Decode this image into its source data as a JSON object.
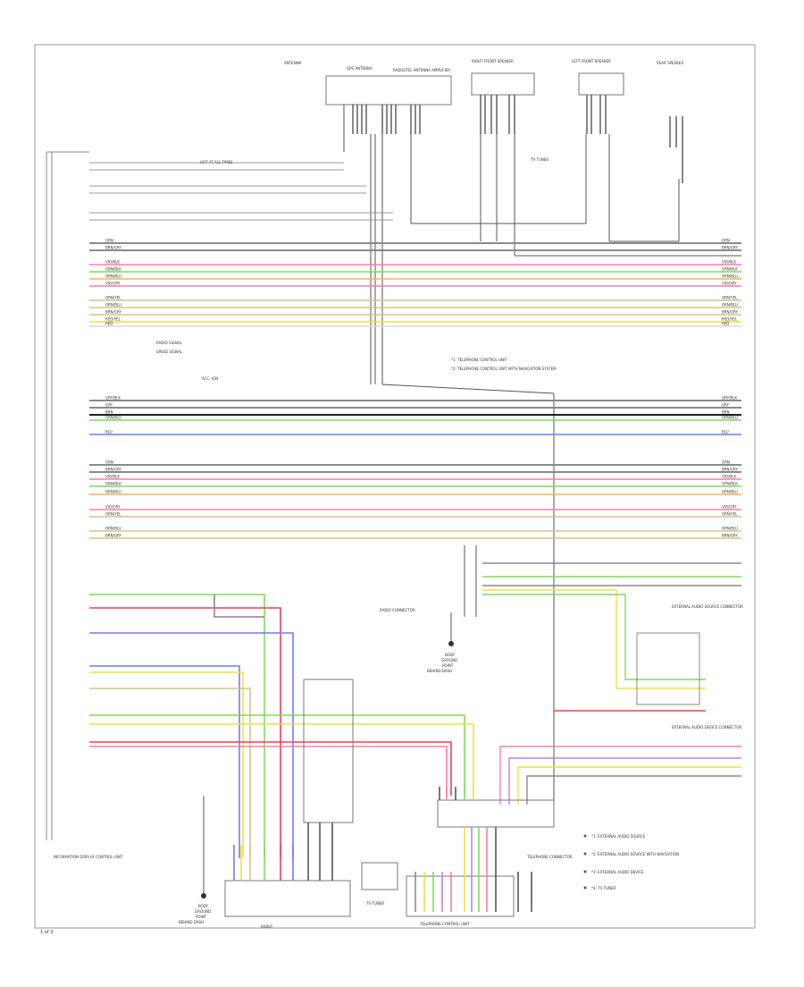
{
  "footer": {
    "page_code": "1 of 3"
  },
  "colors": {
    "red": "#ff3b4e",
    "pink": "#ff7fa0",
    "green": "#7fdc5a",
    "yellow": "#f2e03a",
    "orange": "#ffb347",
    "blue": "#6f7cff",
    "violet": "#c07cff",
    "grey": "#8a8a8a",
    "black": "#222222",
    "tan": "#d8c48a",
    "white": "#d9d9d9",
    "brown": "#a0703a"
  },
  "components": {
    "antenna": "ANTENNA",
    "gps_antenna": "GPS ANTENNA",
    "multi_antenna": "RADIO/TEL ANTENNA AMPLIFIER",
    "right_front_speaker": "RIGHT FRONT SPEAKER",
    "left_front_speaker": "LEFT FRONT SPEAKER",
    "rear_speaker": "REAR SPEAKER",
    "tv_tuner_label": "TV TUNER",
    "connector_ref": "RADIO CONNECTOR",
    "hot_note": "HOT AT ALL TIMES",
    "fuse_note": "ACC, IGN",
    "notes_top": [
      "*1: TELEPHONE CONTROL UNIT",
      "*2: TELEPHONE CONTROL UNIT WITH NAVIGATION SYSTEM"
    ],
    "ground_center": [
      "BODY",
      "GROUND",
      "POINT",
      "BEHIND DASH"
    ],
    "ground_left": [
      "BODY",
      "GROUND",
      "POINT",
      "BEHIND DASH"
    ],
    "bottom_labels": [
      "RADIO",
      "TV TUNER",
      "TELEPHONE CONTROL UNIT",
      "TELEPHONE CONNECTOR"
    ],
    "left_bottom_label": "INFORMATION DISPLAY CONTROL UNIT",
    "right_module": "EXTERNAL AUDIO SOURCE CONNECTOR",
    "right_module2": "EXTERNAL AUDIO DEVICE CONNECTOR",
    "legend_notes": [
      "*1: EXTERNAL AUDIO SOURCE",
      "*2: EXTERNAL AUDIO SOURCE WITH NAVIGATION",
      "*3: EXTERNAL AUDIO DEVICE",
      "*4: TV TUNER"
    ],
    "left_notes": [
      "RADIO SIGNAL",
      "SPEED SIGNAL"
    ]
  },
  "wires": [
    {
      "label": "GRN",
      "color": "grey"
    },
    {
      "label": "BRN/GRY",
      "color": "grey"
    },
    {
      "label": "VIO/BLK",
      "color": "pink"
    },
    {
      "label": "GRN/BLK",
      "color": "green"
    },
    {
      "label": "ORN/BLU",
      "color": "orange"
    },
    {
      "label": "VIO/GRY",
      "color": "pink"
    },
    {
      "label": "ORN/YEL",
      "color": "tan"
    },
    {
      "label": "ORN/BLU",
      "color": "tan"
    },
    {
      "label": "BRN/GRY",
      "color": "tan"
    },
    {
      "label": "RED/YEL",
      "color": "yellow"
    },
    {
      "label": "RED",
      "color": "white"
    },
    {
      "label": "GRY/BLK",
      "color": "grey"
    },
    {
      "label": "GRY",
      "color": "grey"
    },
    {
      "label": "BRN",
      "color": "black"
    },
    {
      "label": "GRN/BLU",
      "color": "green"
    },
    {
      "label": "BLU",
      "color": "blue"
    }
  ]
}
